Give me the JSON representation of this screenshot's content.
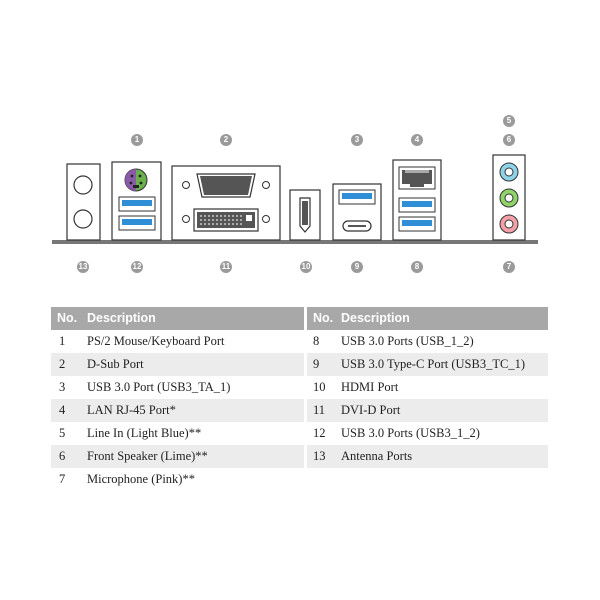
{
  "callouts": {
    "n1": "1",
    "n2": "2",
    "n3": "3",
    "n4": "4",
    "n5": "5",
    "n6": "6",
    "n7": "7",
    "n8": "8",
    "n9": "9",
    "n10": "10",
    "n11": "11",
    "n12": "12",
    "n13": "13"
  },
  "table": {
    "header_no": "No.",
    "header_desc": "Description",
    "left_rows": [
      {
        "no": "1",
        "desc": "PS/2 Mouse/Keyboard Port"
      },
      {
        "no": "2",
        "desc": "D-Sub Port"
      },
      {
        "no": "3",
        "desc": "USB 3.0 Port (USB3_TA_1)"
      },
      {
        "no": "4",
        "desc": "LAN RJ-45 Port*"
      },
      {
        "no": "5",
        "desc": "Line In (Light Blue)**"
      },
      {
        "no": "6",
        "desc": "Front Speaker (Lime)**"
      },
      {
        "no": "7",
        "desc": "Microphone (Pink)**"
      }
    ],
    "right_rows": [
      {
        "no": "8",
        "desc": "USB 3.0 Ports (USB_1_2)"
      },
      {
        "no": "9",
        "desc": "USB 3.0 Type-C Port (USB3_TC_1)"
      },
      {
        "no": "10",
        "desc": "HDMI Port"
      },
      {
        "no": "11",
        "desc": "DVI-D Port"
      },
      {
        "no": "12",
        "desc": "USB 3.0 Ports (USB3_1_2)"
      },
      {
        "no": "13",
        "desc": "Antenna Ports"
      },
      {
        "no": "",
        "desc": ""
      }
    ]
  },
  "colors": {
    "line_in": "#8fd3e8",
    "speaker": "#8fd36a",
    "mic": "#f3a0a6",
    "usb_blue": "#2f8fd6",
    "header_gray": "#a8a8a8"
  }
}
